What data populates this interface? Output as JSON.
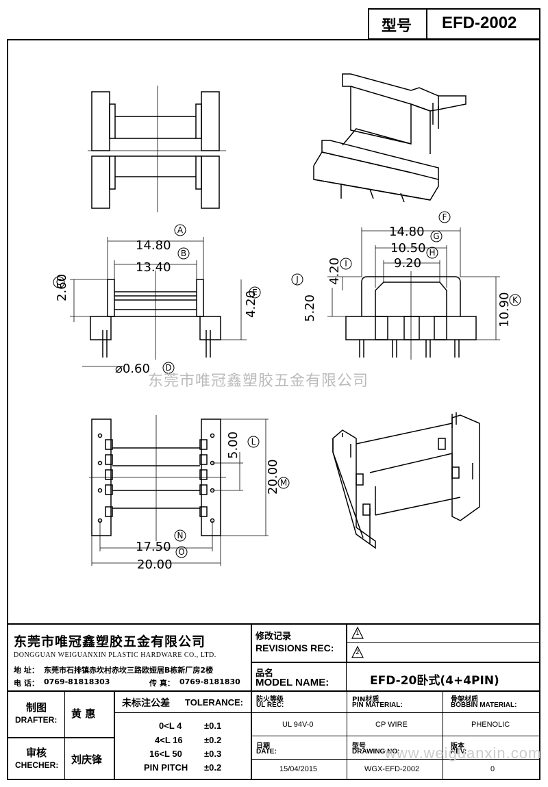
{
  "header": {
    "label": "型号",
    "model": "EFD-2002"
  },
  "dimensions": {
    "A": "14.80",
    "B": "13.40",
    "C": "2.60",
    "D": "⌀0.60",
    "E": "4.20",
    "F": "14.80",
    "G": "10.50",
    "H": "9.20",
    "I": "4.20",
    "J": "5.20",
    "K": "10.90",
    "L": "5.00",
    "M": "20.00",
    "N": "17.50",
    "O": "20.00"
  },
  "dim_letters": [
    "A",
    "B",
    "C",
    "D",
    "E",
    "F",
    "G",
    "H",
    "I",
    "J",
    "K",
    "L",
    "M",
    "N",
    "O"
  ],
  "watermark": "东莞市唯冠鑫塑胶五金有限公司",
  "watermark_url": "www.weiguanxin.com",
  "company": {
    "name_cn": "东莞市唯冠鑫塑胶五金有限公司",
    "name_en": "DONGGUAN WEIGUANXIN PLASTIC HARDWARE CO., LTD.",
    "address_label": "地  址：",
    "address": "东莞市石排镇赤坎村赤坎三路欧娅居B栋新厂房2楼",
    "phone_label": "电  话：",
    "phone": "0769-81818303",
    "fax_label": "传  真：",
    "fax": "0769-8181830"
  },
  "revisions": {
    "label_cn": "修改记录",
    "label_en": "REVISIONS REC:",
    "rev1": "1",
    "rev2": "2"
  },
  "model_name": {
    "label_cn": "品名",
    "label_en": "MODEL NAME:",
    "value": "EFD-20卧式(4+4PIN)"
  },
  "drafter": {
    "label_cn": "制图",
    "label_en": "DRAFTER:",
    "name": "黄  惠"
  },
  "checker": {
    "label_cn": "审核",
    "label_en": "CHECHER:",
    "name": "刘庆锋"
  },
  "tolerance": {
    "title_cn": "未标注公差",
    "title_en": "TOLERANCE:",
    "rows": [
      {
        "range": "0<L  4",
        "value": "±0.1"
      },
      {
        "range": "4<L  16",
        "value": "±0.2"
      },
      {
        "range": "16<L  50",
        "value": "±0.3"
      },
      {
        "range": "PIN PITCH",
        "value": "±0.2"
      }
    ]
  },
  "ul_rec": {
    "label_cn": "防火等级",
    "label_en": "UL REC:",
    "value": "UL 94V-0"
  },
  "pin_material": {
    "label_cn": "PIN材质",
    "label_en": "PIN MATERIAL:",
    "value": "CP WIRE"
  },
  "bobbin_material": {
    "label_cn": "骨架材质",
    "label_en": "BOBBIN MATERIAL:",
    "value": "PHENOLIC"
  },
  "date": {
    "label_cn": "日期",
    "label_en": "DATE:",
    "value": "15/04/2015"
  },
  "drawing_no": {
    "label_cn": "型号",
    "label_en": "DRAWING NO:",
    "value": "WGX-EFD-2002"
  },
  "rev": {
    "label_cn": "版本",
    "label_en": "REV:",
    "value": "0"
  }
}
